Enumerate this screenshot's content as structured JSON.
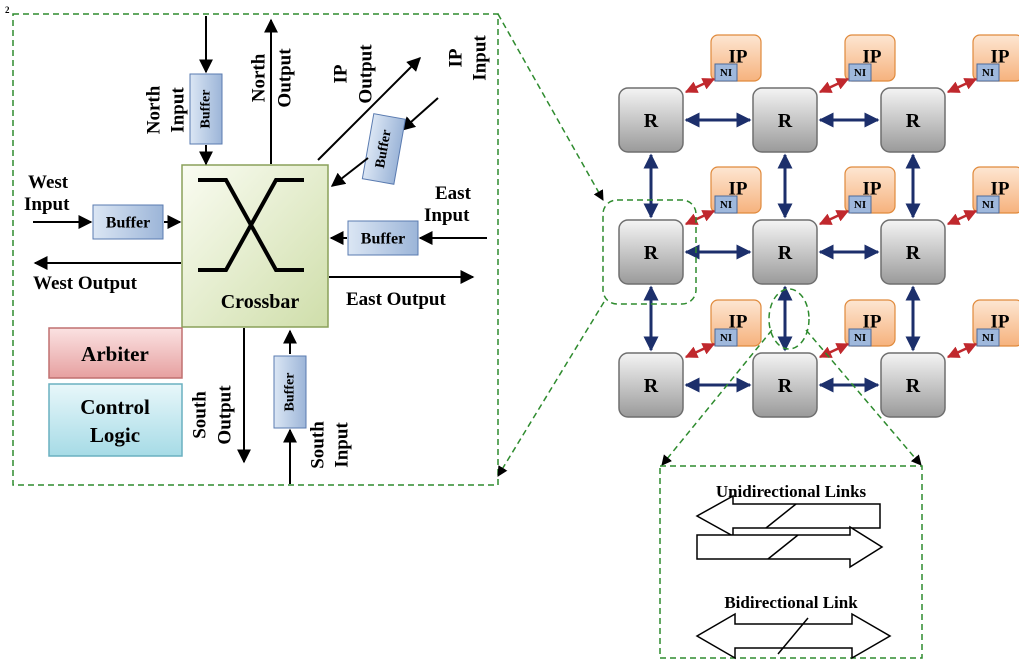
{
  "page_marker": "2",
  "router_detail": {
    "ports": {
      "north_input": [
        "North",
        "Input"
      ],
      "north_output": [
        "North",
        "Output"
      ],
      "ip_output": [
        "IP",
        "Output"
      ],
      "ip_input": [
        "IP",
        "Input"
      ],
      "west_input": [
        "West",
        "Input"
      ],
      "west_output": "West Output",
      "east_input": [
        "East",
        "Input"
      ],
      "east_output": "East Output",
      "south_output": [
        "South",
        "Output"
      ],
      "south_input": [
        "South",
        "Input"
      ]
    },
    "buffer_label": "Buffer",
    "crossbar_label": "Crossbar",
    "arbiter_label": "Arbiter",
    "control_logic_label": [
      "Control",
      "Logic"
    ]
  },
  "mesh": {
    "router_label": "R",
    "ip_label": "IP",
    "ni_label": "NI",
    "rows": 3,
    "cols": 3
  },
  "legend": {
    "unidirectional_title": "Unidirectional Links",
    "bidirectional_title": "Bidirectional Link"
  },
  "colors": {
    "dashed_frame": "#2e8b2e",
    "router_fill_top": "#f2f2f2",
    "router_fill_bottom": "#9a9a9a",
    "ip_fill": "#fbd2ae",
    "ip_border": "#e08a3c",
    "ni_fill": "#9fb8dc",
    "buffer_fill": "#b7cbe6",
    "crossbar_fill": "#e4eed0",
    "arbiter_fill": "#efb8b8",
    "control_fill": "#bfe6ef",
    "mesh_link": "#1c2f6b",
    "ip_link": "#c0282d"
  }
}
